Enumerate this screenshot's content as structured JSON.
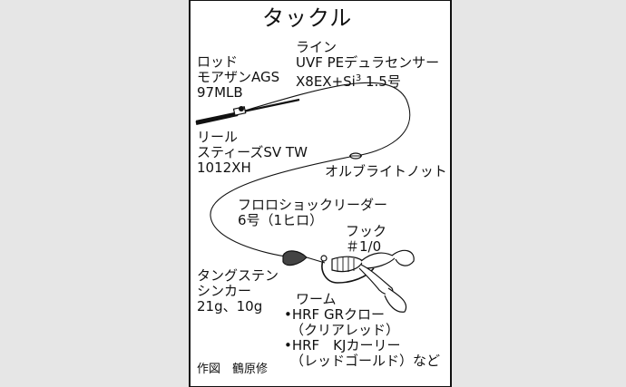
{
  "title": "タックル",
  "rod": {
    "label": "ロッド",
    "model": "モアザンAGS",
    "spec": "97MLB"
  },
  "line": {
    "label": "ライン",
    "name": "UVF PEデュラセンサー",
    "spec_prefix": "X8EX+Si",
    "spec_sup": "3",
    "spec_suffix": " 1.5号"
  },
  "reel": {
    "label": "リール",
    "model": "スティーズSV TW",
    "spec": "1012XH"
  },
  "knot": "オルブライトノット",
  "leader": {
    "name": "フロロショックリーダー",
    "spec": "6号（1ヒロ）"
  },
  "hook": {
    "label": "フック",
    "spec": "＃1/0"
  },
  "sinker": {
    "line1": "タングステン",
    "line2": "シンカー",
    "spec": "21g、10g"
  },
  "worm": {
    "label": "ワーム",
    "item1": "•HRF GRクロー",
    "item1_color": "（クリアレッド）",
    "item2": "•HRF　KJカーリー",
    "item2_color": "（レッドゴールド）など"
  },
  "credit": "作図　鶴原修",
  "colors": {
    "side_panel": "#e6e6e6",
    "ink": "#111111"
  }
}
